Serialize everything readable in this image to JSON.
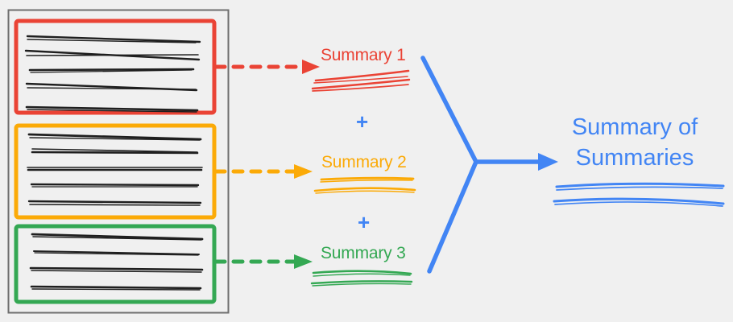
{
  "diagram": {
    "title_text": "Summary of Summaries",
    "background_color": "#f0f0f0",
    "document_frame": {
      "name": "source-document",
      "border_color": "#6e6e6e"
    },
    "colors": {
      "red": "#ea4335",
      "orange": "#fbaa07",
      "green": "#34a853",
      "blue": "#4285f4",
      "text_dark": "#1f1f1f",
      "frame_gray": "#6e6e6e"
    },
    "chunks": [
      {
        "id": "chunk-1",
        "color": "#ea4335",
        "line_count": 5,
        "arrow_style": "dashed",
        "summary_label": "Summary 1",
        "squiggle_count": 2
      },
      {
        "id": "chunk-2",
        "color": "#fbaa07",
        "line_count": 5,
        "arrow_style": "dashed",
        "summary_label": "Summary 2",
        "squiggle_count": 2
      },
      {
        "id": "chunk-3",
        "color": "#34a853",
        "line_count": 4,
        "arrow_style": "dashed",
        "summary_label": "Summary 3",
        "squiggle_count": 2
      }
    ],
    "operators": [
      {
        "id": "plus-1",
        "symbol": "+",
        "color": "#4285f4"
      },
      {
        "id": "plus-2",
        "symbol": "+",
        "color": "#4285f4"
      }
    ],
    "merge": {
      "arrow_style": "solid",
      "color": "#4285f4",
      "branch_count": 3
    },
    "final": {
      "line_1": "Summary of",
      "line_2": "Summaries",
      "color": "#4285f4",
      "squiggle_count": 2
    }
  }
}
